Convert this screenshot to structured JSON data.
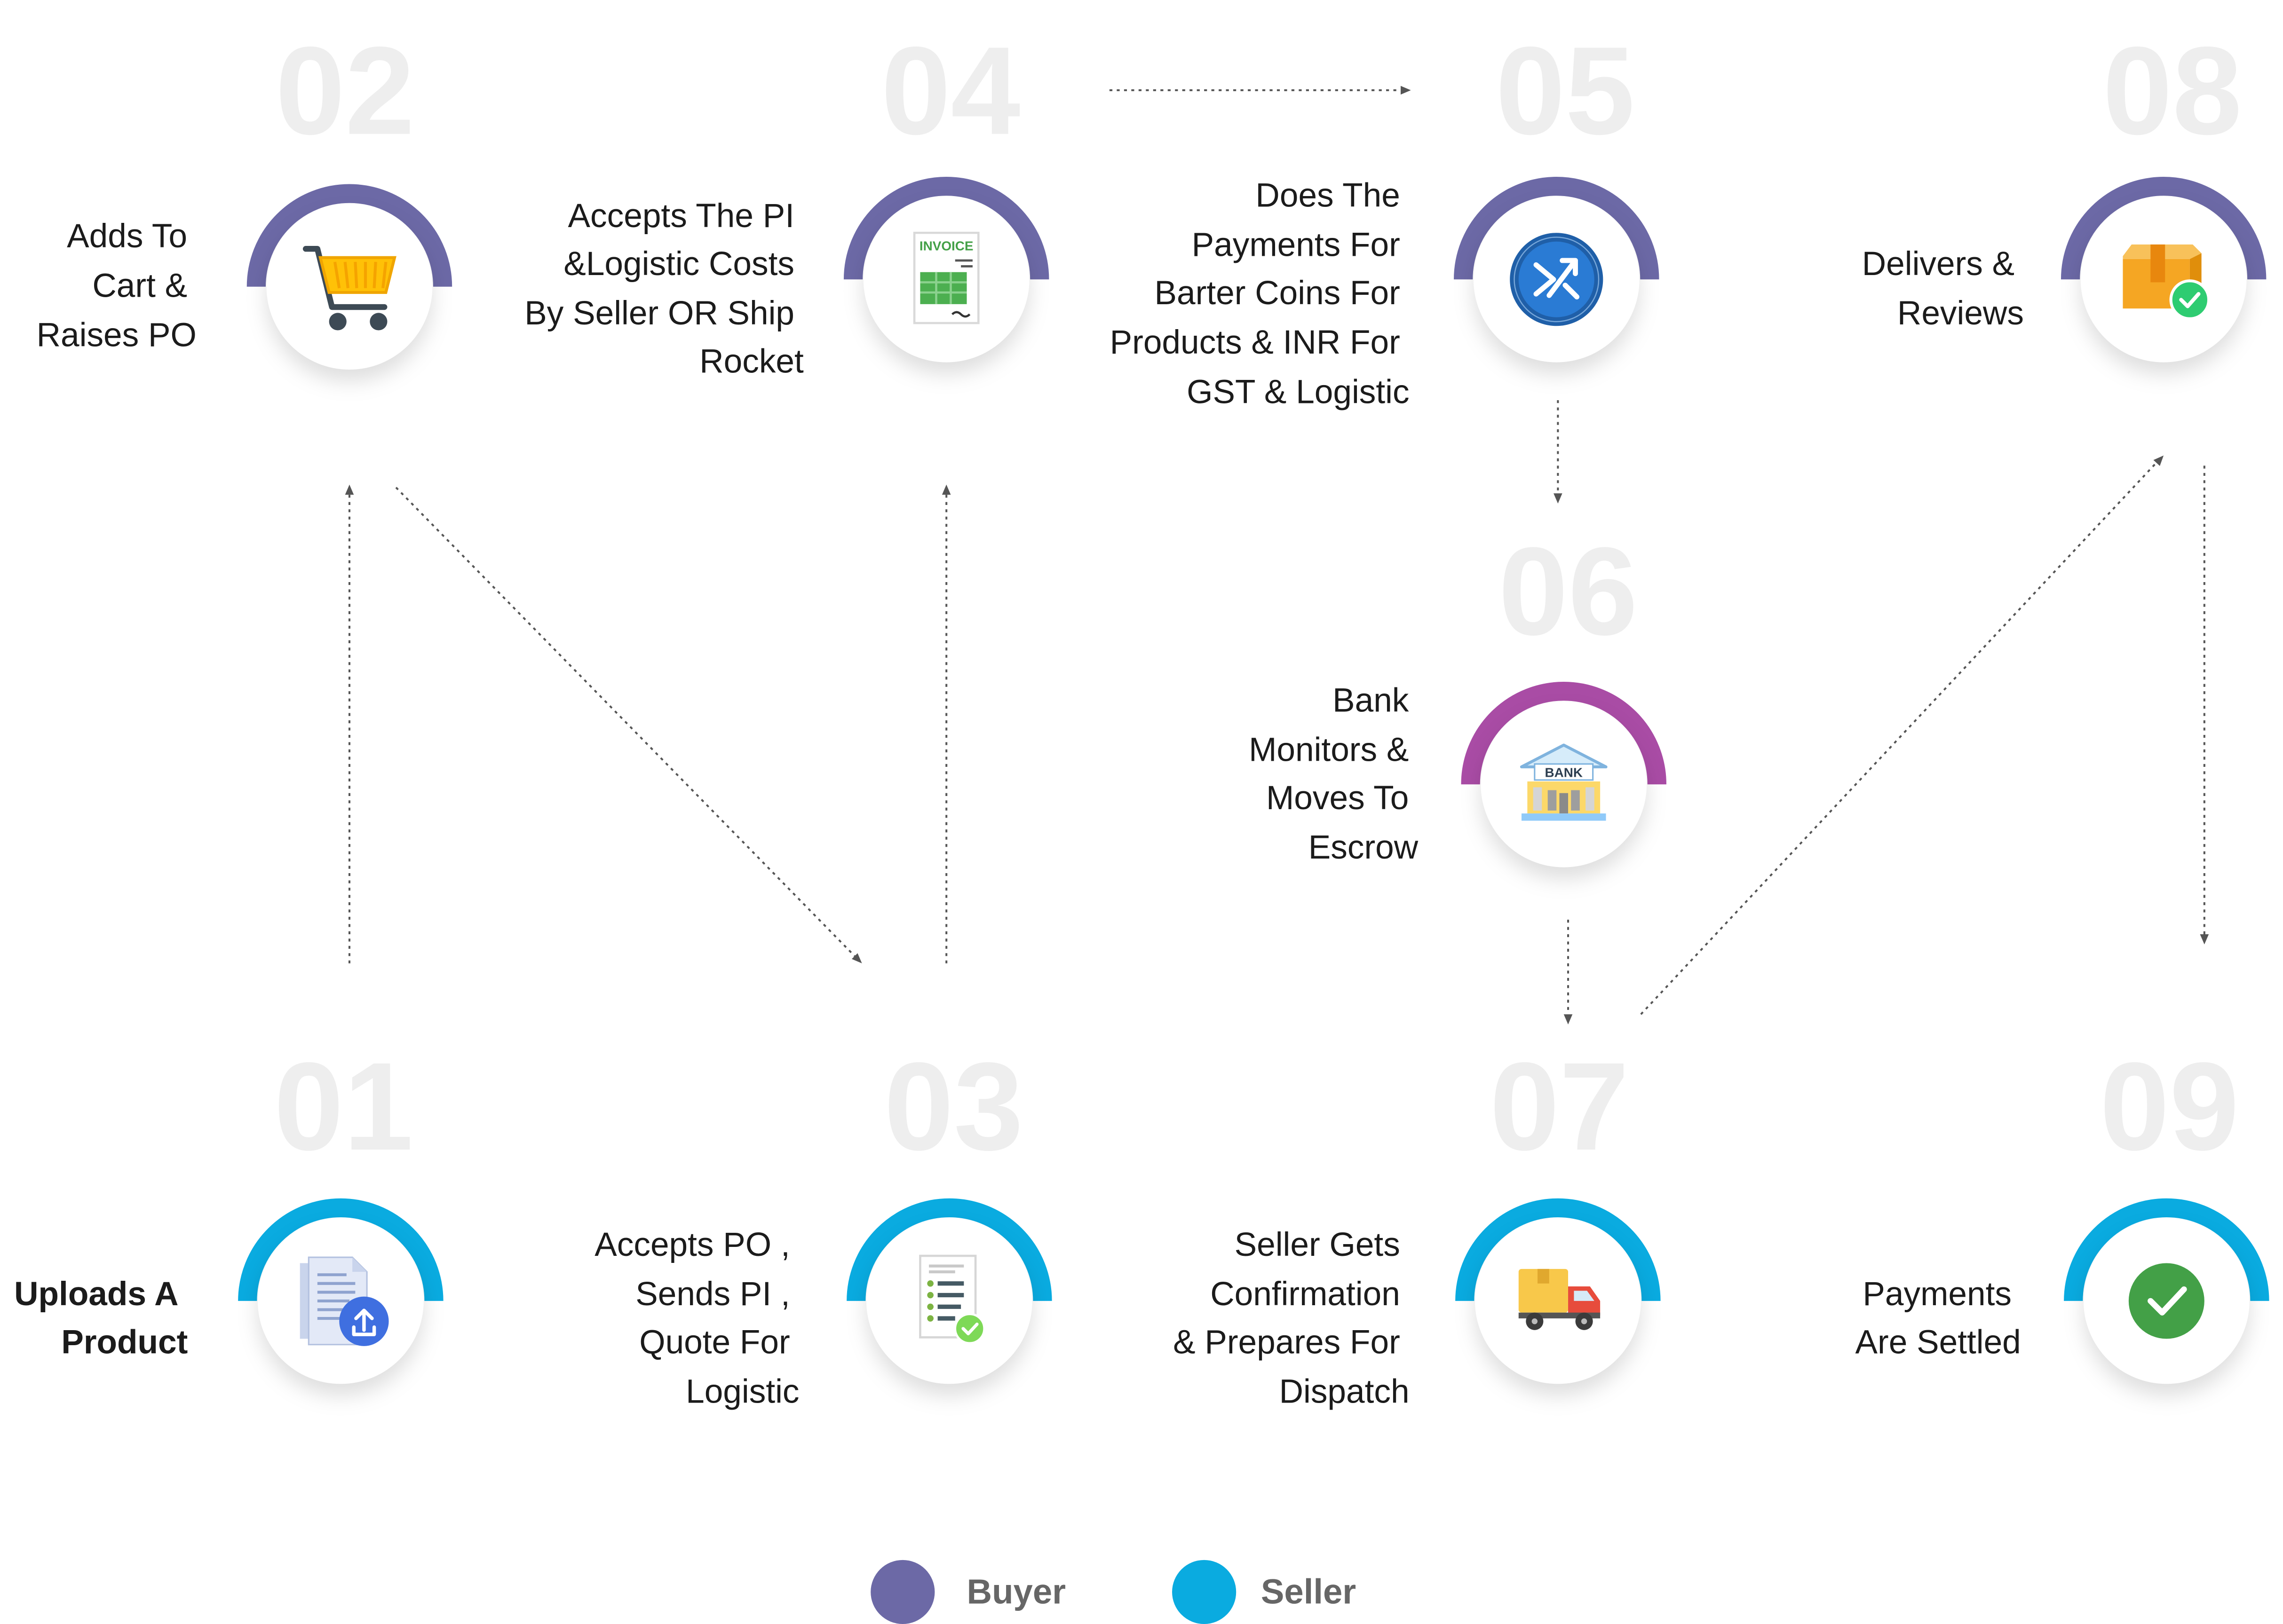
{
  "steps": [
    {
      "number": "01",
      "icon": "upload-document-icon",
      "arc_color": "#0aabe0",
      "lines": [
        "Uploads A",
        "Product"
      ]
    },
    {
      "number": "02",
      "icon": "shopping-cart-icon",
      "arc_color": "#6c69a6",
      "lines": [
        "Adds To",
        "Cart &",
        "Raises PO"
      ]
    },
    {
      "number": "03",
      "icon": "checklist-document-icon",
      "arc_color": "#0aabe0",
      "lines": [
        "Accepts PO ,",
        "Sends PI ,",
        "Quote For",
        "Logistic"
      ]
    },
    {
      "number": "04",
      "icon": "invoice-icon",
      "icon_text": "INVOICE",
      "arc_color": "#6c69a6",
      "lines": [
        "Accepts The PI",
        "&Logistic Costs",
        "By Seller OR Ship",
        "Rocket"
      ]
    },
    {
      "number": "05",
      "icon": "barter-coin-icon",
      "arc_color": "#6c69a6",
      "lines": [
        "Does The",
        "Payments For",
        "Barter Coins For",
        "Products & INR For",
        "GST & Logistic"
      ]
    },
    {
      "number": "06",
      "icon": "bank-icon",
      "icon_text": "BANK",
      "arc_color": "#a94ca5",
      "lines": [
        "Bank",
        "Monitors &",
        "Moves To",
        "Escrow"
      ]
    },
    {
      "number": "07",
      "icon": "delivery-truck-icon",
      "arc_color": "#0aabe0",
      "lines": [
        "Seller Gets",
        "Confirmation",
        "& Prepares For",
        "Dispatch"
      ]
    },
    {
      "number": "08",
      "icon": "package-delivered-icon",
      "arc_color": "#6c69a6",
      "lines": [
        "Delivers &",
        "Reviews"
      ]
    },
    {
      "number": "09",
      "icon": "check-circle-icon",
      "arc_color": "#0aabe0",
      "lines": [
        "Payments",
        "Are Settled"
      ]
    }
  ],
  "legend": [
    {
      "label": "Buyer",
      "color": "#6c69a6"
    },
    {
      "label": "Seller",
      "color": "#0aabe0"
    }
  ],
  "colors": {
    "step_number": "#eeeeee",
    "text": "#1b1b1b",
    "arrow": "#555555",
    "legend_text": "#666666"
  }
}
